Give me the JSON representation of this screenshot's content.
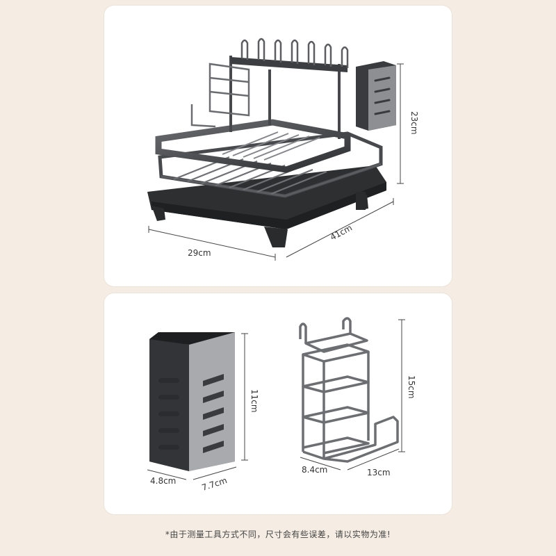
{
  "rack": {
    "width_label": "29cm",
    "depth_label": "41cm",
    "height_label": "23cm"
  },
  "utensil_holder": {
    "width_label": "4.8cm",
    "depth_label": "7.7cm",
    "height_label": "11cm"
  },
  "cutting_board_holder": {
    "width_label": "8.4cm",
    "depth_label": "13cm",
    "height_label": "15cm"
  },
  "footnote": "*由于测量工具方式不同，尺寸会有些误差，请以实物为准!",
  "colors": {
    "background": "#f5ede3",
    "panel": "#ffffff",
    "metal_dark": "#3a3a3c",
    "metal_light": "#9a9ca0"
  }
}
